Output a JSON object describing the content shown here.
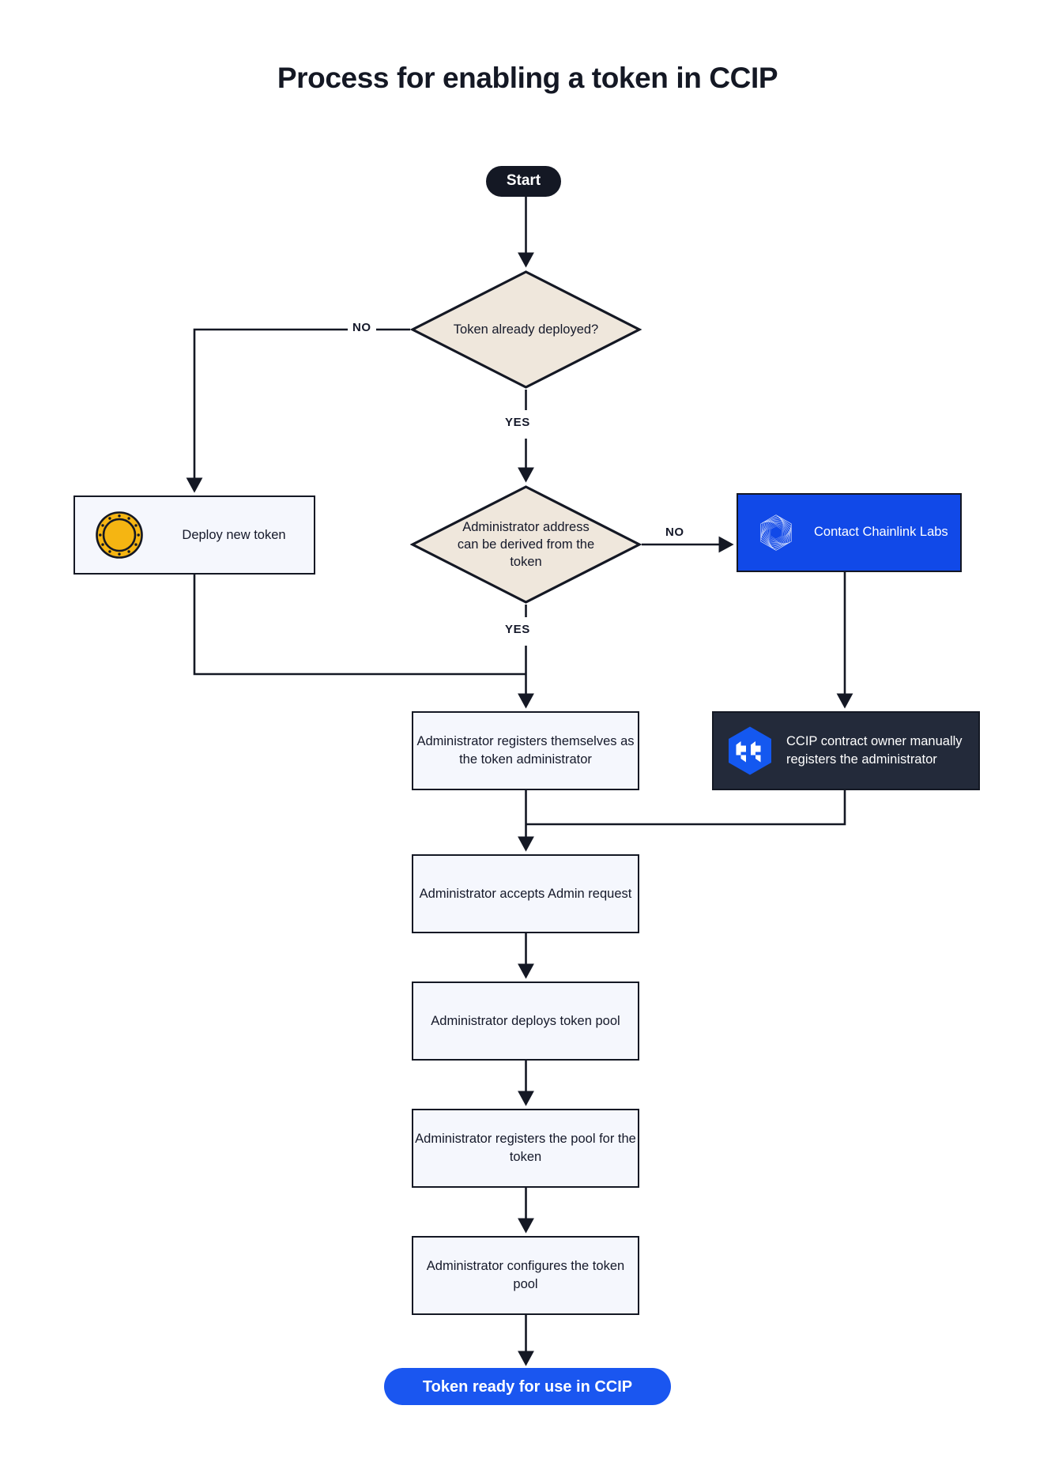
{
  "page": {
    "title": "Process for enabling a token in CCIP",
    "background": "#ffffff"
  },
  "colors": {
    "ink": "#141824",
    "decision_fill": "#efe7dc",
    "box_fill": "#f5f7fd",
    "chainlink_blue": "#1149e8",
    "ccip_dark": "#232a3a",
    "end_blue": "#1a56f0",
    "coin_gold": "#f5b512"
  },
  "flow": {
    "start": {
      "label": "Start",
      "shape": "pill"
    },
    "decision_token_deployed": {
      "label": "Token already deployed?",
      "shape": "diamond",
      "yes": "YES",
      "no": "NO"
    },
    "deploy_new_token": {
      "label": "Deploy new token",
      "shape": "rect",
      "icon": "coin-icon"
    },
    "decision_admin_derived": {
      "label": "Administrator address can be derived from the token",
      "shape": "diamond",
      "yes": "YES",
      "no": "NO"
    },
    "contact_chainlink": {
      "label": "Contact Chainlink Labs",
      "shape": "rect",
      "icon": "chainlink-logo-icon"
    },
    "ccip_owner_registers": {
      "label": "CCIP contract owner manually registers the administrator",
      "shape": "rect",
      "icon": "ccip-logo-icon"
    },
    "administrator_registers": {
      "label": "Administrator registers themselves as the token administrator",
      "shape": "rect"
    },
    "administrator_accepts": {
      "label": "Administrator accepts Admin request",
      "shape": "rect"
    },
    "administrator_deploys_pool": {
      "label": "Administrator deploys token pool",
      "shape": "rect"
    },
    "administrator_registers_pool": {
      "label": "Administrator registers the pool for the token",
      "shape": "rect"
    },
    "administrator_configures_pool": {
      "label": "Administrator configures the token pool",
      "shape": "rect"
    },
    "end": {
      "label": "Token ready for use in CCIP",
      "shape": "pill"
    }
  },
  "edge_labels": {
    "no_token_deployed": "NO",
    "yes_token_deployed": "YES",
    "no_admin_derived": "NO",
    "yes_admin_derived": "YES"
  }
}
